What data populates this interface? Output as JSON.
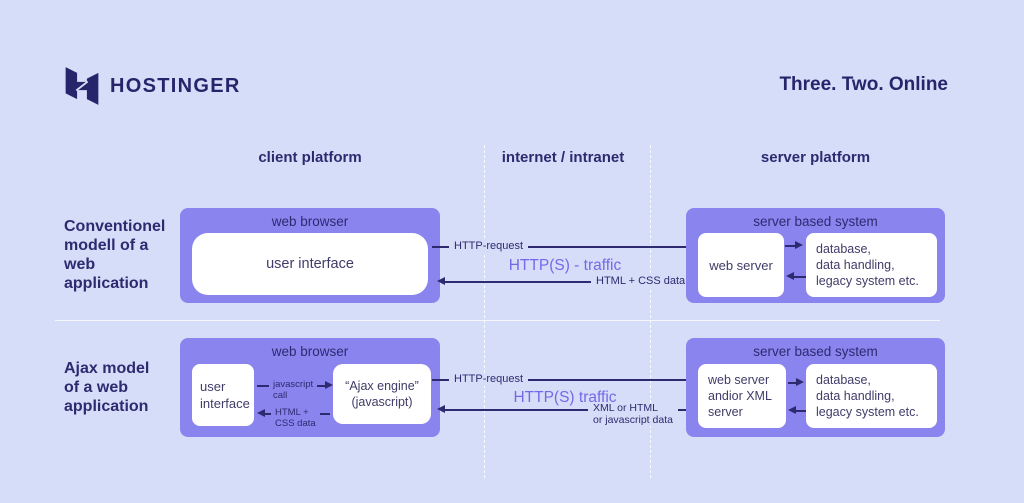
{
  "brand": {
    "logo_text": "HOSTINGER",
    "tagline": "Three. Two. Online"
  },
  "columns": {
    "client": "client platform",
    "internet": "internet / intranet",
    "server": "server platform"
  },
  "row1": {
    "label": [
      "Conventionel",
      "modell of a",
      "web",
      "application"
    ],
    "client_title": "web browser",
    "client_box": "user interface",
    "request": "HTTP-request",
    "traffic": "HTTP(S) - traffic",
    "response": "HTML + CSS data",
    "server_title": "server based system",
    "server_box1": "web server",
    "server_box2": [
      "database,",
      "data handling,",
      "legacy system etc."
    ]
  },
  "row2": {
    "label": [
      "Ajax model",
      "of a web",
      "application"
    ],
    "client_title": "web browser",
    "client_box1": [
      "user",
      "interface"
    ],
    "client_box2": [
      "“Ajax engine”",
      "(javascript)"
    ],
    "js_call": [
      "javascript",
      "call"
    ],
    "html_css": [
      "HTML +",
      "CSS data"
    ],
    "request": "HTTP-request",
    "traffic": "HTTP(S) traffic",
    "response": [
      "XML or HTML",
      "or javascript data"
    ],
    "server_title": "server based system",
    "server_box1": [
      "web server",
      "andior XML",
      "server"
    ],
    "server_box2": [
      "database,",
      "data handling,",
      "legacy system etc."
    ]
  },
  "colors": {
    "background": "#d6ddf8",
    "panel_purple": "#8a84ee",
    "ink_navy": "#2d2a70",
    "accent_purple": "#7568e8",
    "box_white": "#ffffff"
  }
}
